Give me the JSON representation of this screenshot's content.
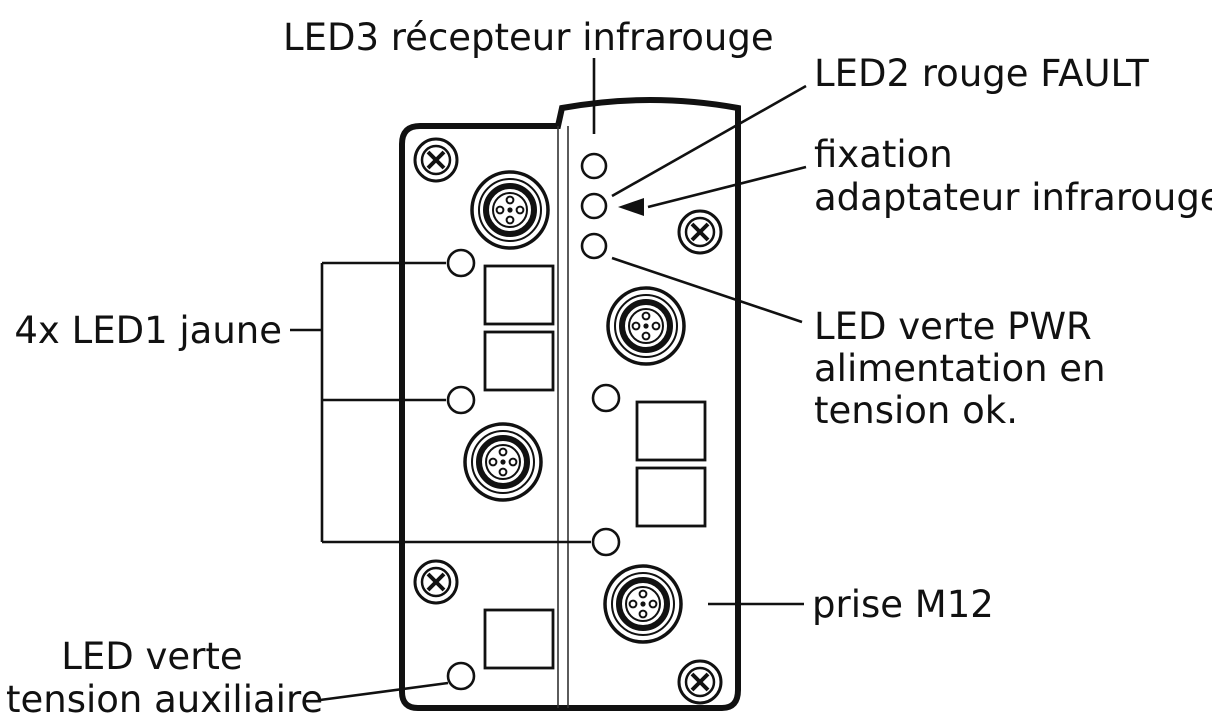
{
  "labels": {
    "led3": "LED3 récepteur infrarouge",
    "led2": "LED2 rouge FAULT",
    "fixation_1": "fixation",
    "fixation_2": "adaptateur infrarouge",
    "led1": "4x LED1 jaune",
    "pwr_1": "LED verte PWR",
    "pwr_2": "alimentation en",
    "pwr_3": "tension ok.",
    "m12": "prise M12",
    "aux_1": "LED verte",
    "aux_2": "tension auxiliaire"
  }
}
